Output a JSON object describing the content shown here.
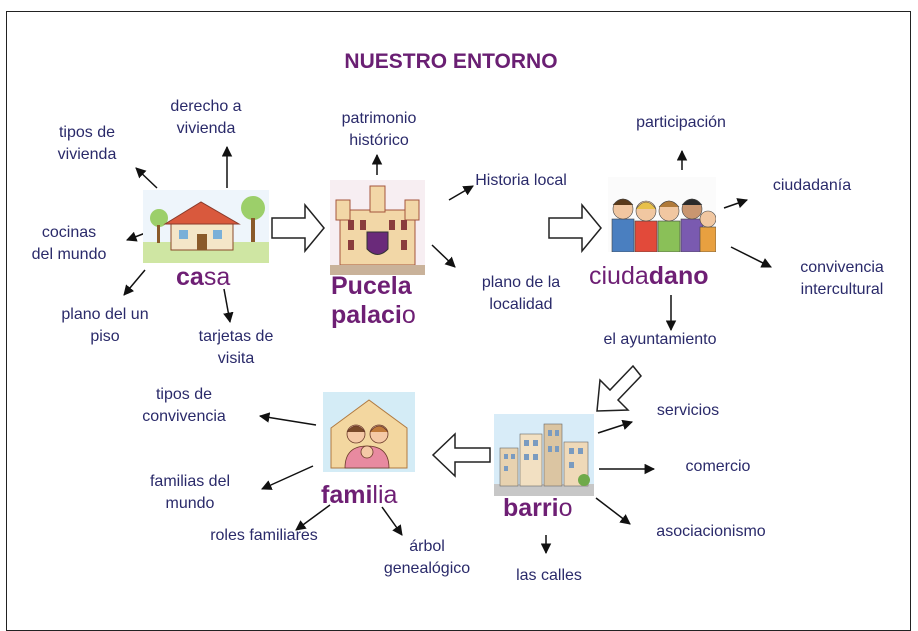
{
  "title": "NUESTRO ENTORNO",
  "hubs": {
    "casa": {
      "bold": "ca",
      "rest": "sa"
    },
    "pucela": {
      "line1": "Pucela",
      "line2_bold": "palaci",
      "line2_rest": "o"
    },
    "ciudadano": {
      "normal": "ciuda",
      "bold": "dano"
    },
    "barrio": {
      "bold": "barri",
      "rest": "o"
    },
    "familia": {
      "bold": "fami",
      "rest": "lia"
    }
  },
  "casa_items": {
    "derecho": "derecho a\nvivienda",
    "tipos_vivienda": "tipos de\nvivienda",
    "cocinas": "cocinas\ndel mundo",
    "plano_piso": "plano del un\npiso",
    "tarjetas": "tarjetas de\nvisita"
  },
  "pucela_items": {
    "patrimonio": "patrimonio\nhistórico",
    "historia": "Historia local",
    "plano_localidad": "plano de la\nlocalidad"
  },
  "ciudadano_items": {
    "participacion": "participación",
    "ciudadania": "ciudadanía",
    "convivencia_intercultural": "convivencia\nintercultural",
    "ayuntamiento": "el ayuntamiento"
  },
  "barrio_items": {
    "servicios": "servicios",
    "comercio": "comercio",
    "asociacionismo": "asociacionismo",
    "calles": "las calles"
  },
  "familia_items": {
    "tipos_convivencia": "tipos de\nconvivencia",
    "familias_mundo": "familias del\nmundo",
    "roles": "roles familiares",
    "arbol": "árbol\ngenealógico"
  }
}
